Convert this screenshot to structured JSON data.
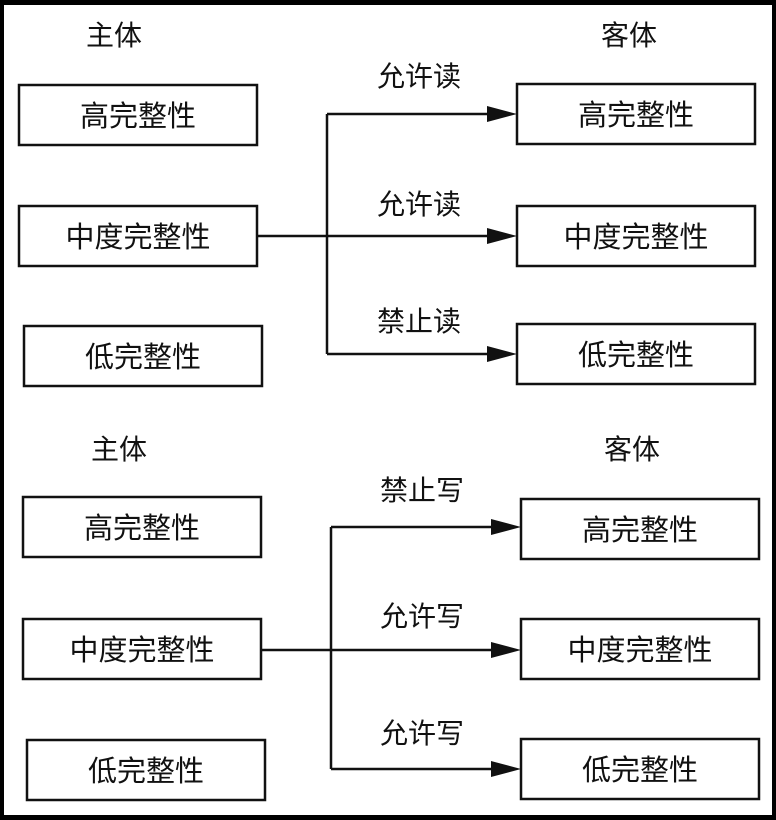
{
  "read_section": {
    "subject_header": "主体",
    "object_header": "客体",
    "subjects": [
      {
        "label": "高完整性"
      },
      {
        "label": "中度完整性"
      },
      {
        "label": "低完整性"
      }
    ],
    "objects": [
      {
        "label": "高完整性",
        "arrow_label": "允许读"
      },
      {
        "label": "中度完整性",
        "arrow_label": "允许读"
      },
      {
        "label": "低完整性",
        "arrow_label": "禁止读"
      }
    ]
  },
  "write_section": {
    "subject_header": "主体",
    "object_header": "客体",
    "subjects": [
      {
        "label": "高完整性"
      },
      {
        "label": "中度完整性"
      },
      {
        "label": "低完整性"
      }
    ],
    "objects": [
      {
        "label": "高完整性",
        "arrow_label": "禁止写"
      },
      {
        "label": "中度完整性",
        "arrow_label": "允许写"
      },
      {
        "label": "低完整性",
        "arrow_label": "允许写"
      }
    ]
  }
}
